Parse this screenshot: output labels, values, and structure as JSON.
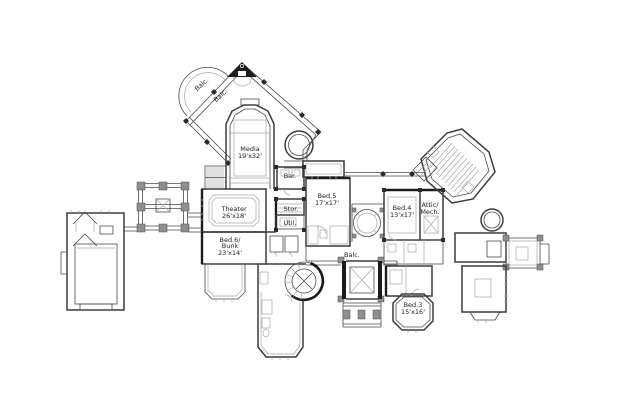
{
  "colors": {
    "background": "#ffffff",
    "line": "#4a4a4a",
    "heavy_wall": "#1c1c1c",
    "light_detail": "#a9a9a9",
    "column_fill": "#8f8f8f",
    "label_text": "#1d1d1d"
  },
  "labels": {
    "balc_upper_outer": "Balc.",
    "balc_upper_inner": "Balc.",
    "balc_center": "Balc.",
    "media_name": "Media",
    "media_dims": "19'x32'",
    "bar": "Bar.",
    "theater_name": "Theater",
    "theater_dims": "26'x18'",
    "stor": "Stor.",
    "util": "Util.",
    "bed6_line1": "Bed.6/",
    "bed6_line2": "Bunk",
    "bed6_dims": "23'x14'",
    "bed5_name": "Bed.5",
    "bed5_dims": "17'x17'",
    "bed4_name": "Bed.4",
    "bed4_dims": "13'x17'",
    "attic_line1": "Attic/",
    "attic_line2": "Mech.",
    "bed3_name": "Bed.3",
    "bed3_dims": "15'x16'"
  }
}
